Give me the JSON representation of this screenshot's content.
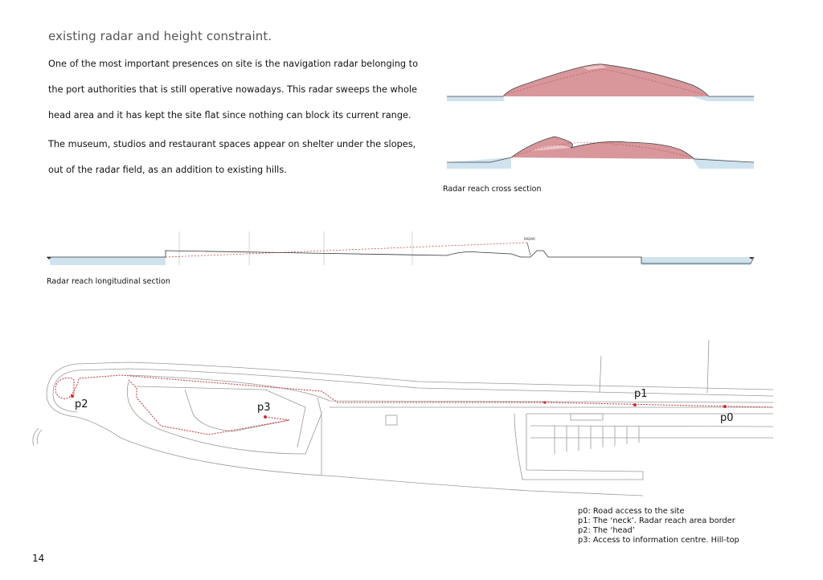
{
  "header": {
    "title": "existing radar and height constraint."
  },
  "body": {
    "paragraph_1": "One of the most important presences on site is the navigation radar belonging to the port authorities that is still operative nowadays. This radar sweeps the whole head area and it has kept the site flat since nothing can block its current range.",
    "paragraph_2": "The museum, studios and restaurant spaces appear on shelter under the slopes, out of the radar field, as an addition to existing hills."
  },
  "figures": {
    "cross_section_caption": "Radar reach cross section",
    "longitudinal_section_caption": "Radar reach longitudinal section",
    "radar_label": "RADAR"
  },
  "site_plan": {
    "points": [
      {
        "id": "p0",
        "label": "p0"
      },
      {
        "id": "p1",
        "label": "p1"
      },
      {
        "id": "p2",
        "label": "p2"
      },
      {
        "id": "p3",
        "label": "p3"
      }
    ]
  },
  "legend": {
    "items": [
      "p0: Road access to the site",
      "p1: The ‘neck’. Radar reach area border",
      "p2: The ‘head’",
      "p3: Access to information centre. Hill-top"
    ]
  },
  "footer": {
    "page_number": "14"
  },
  "colors": {
    "water": "#cfe3ee",
    "radar_fill": "#d7979b",
    "radar_fill_light": "#ecc5c8",
    "radar_line": "#c0333a",
    "route": "#c0333a",
    "plan_lines": "#9a9a9a"
  }
}
